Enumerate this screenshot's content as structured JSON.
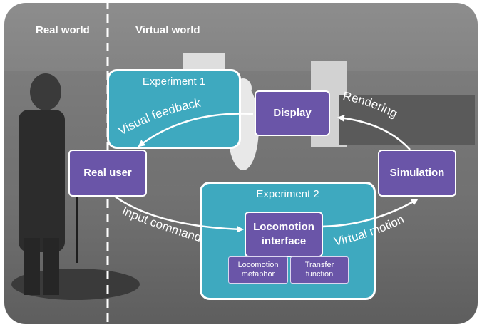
{
  "headers": {
    "left": "Real world",
    "right": "Virtual world"
  },
  "experiments": {
    "e1": "Experiment 1",
    "e2": "Experiment 2"
  },
  "boxes": {
    "real_user": "Real user",
    "display": "Display",
    "simulation": "Simulation",
    "locomotion_interface_line1": "Locomotion",
    "locomotion_interface_line2": "interface",
    "locomotion_metaphor_line1": "Locomotion",
    "locomotion_metaphor_line2": "metaphor",
    "transfer_function_line1": "Transfer",
    "transfer_function_line2": "function"
  },
  "arc_labels": {
    "visual_feedback": "Visual feedback",
    "rendering": "Rendering",
    "input_command": "Input command",
    "virtual_motion": "Virtual motion"
  },
  "colors": {
    "box_purple": "#6a55a8",
    "experiment_teal": "#3ea9bf",
    "arrow": "#ffffff"
  },
  "icons": {
    "background": "photo-vr-scene",
    "arrows": "cycle-arrows"
  }
}
